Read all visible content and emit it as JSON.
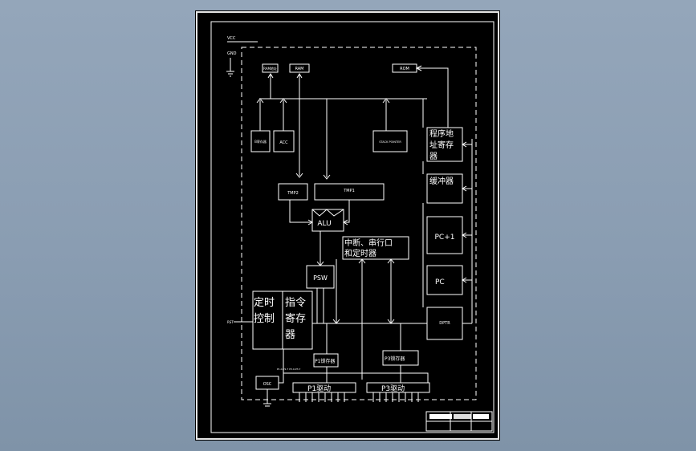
{
  "power": {
    "vcc": "VCC",
    "gnd": "GND"
  },
  "blocks": {
    "ram_addr": "RAM地址",
    "ram": "RAM",
    "rom": "ROM",
    "acc_reg": "B寄存器",
    "acc": "ACC",
    "stack": "STACK POINTER",
    "addr_reg": [
      "程序地",
      "址寄存",
      "器"
    ],
    "buffer": "缓冲器",
    "pc_inc": "PC+1",
    "pc": "PC",
    "dptr": "DPTR",
    "tmp2": "TMP2",
    "tmp1": "TMP1",
    "alu": "ALU",
    "psw": "PSW",
    "interrupt": [
      "中断、串行口",
      "和定时器"
    ],
    "timing": [
      "定时",
      "控制"
    ],
    "instr_reg": [
      "指令",
      "寄存",
      "器"
    ],
    "p1_latch": "P1锁存器",
    "p3_latch": "P3锁存器",
    "p1_driver": "P1驱动",
    "p3_driver": "P3驱动",
    "osc": "OSC",
    "rst": "RST",
    "pins_label": "P1.0-P1.7 P3.0-P3.7"
  }
}
